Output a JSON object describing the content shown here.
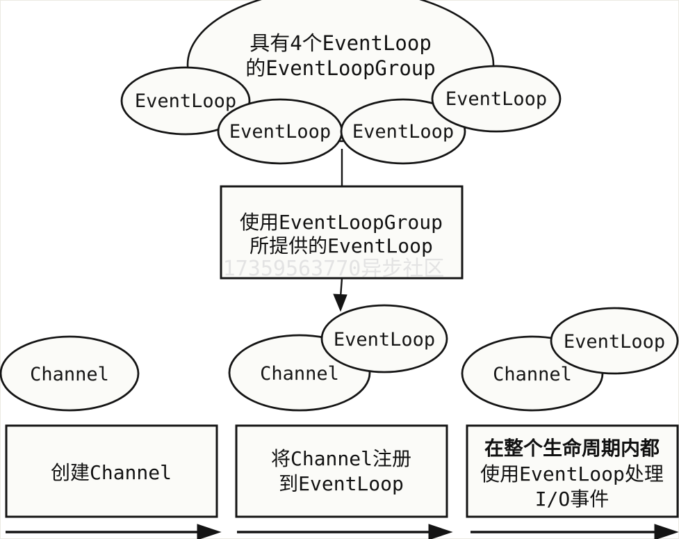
{
  "colors": {
    "stroke": "#141414",
    "shape_fill": "#fbfbf8",
    "watermark": "#e3e3e3"
  },
  "top_group": {
    "title_line1": "具有4个EventLoop",
    "title_line2": "的EventLoopGroup",
    "event_loops": [
      "EventLoop",
      "EventLoop",
      "EventLoop",
      "EventLoop"
    ]
  },
  "provide_box": {
    "line1": "使用EventLoopGroup",
    "line2": "所提供的EventLoop"
  },
  "watermark": "17359563770异步社区",
  "stages": [
    {
      "channel": "Channel",
      "box_lines": [
        "创建Channel"
      ]
    },
    {
      "channel": "Channel",
      "event_loop": "EventLoop",
      "box_lines": [
        "将Channel注册",
        "到EventLoop"
      ]
    },
    {
      "channel": "Channel",
      "event_loop": "EventLoop",
      "box_lines": [
        "在整个生命周期内都",
        "使用EventLoop处理",
        "I/O事件"
      ]
    }
  ]
}
